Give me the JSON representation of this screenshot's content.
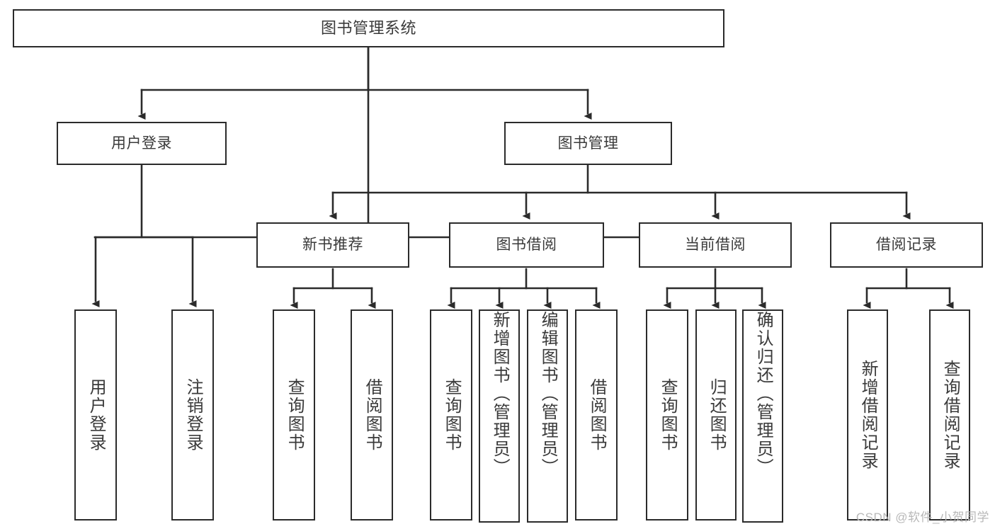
{
  "diagram": {
    "title": "图书管理系统",
    "watermark": "CSDN @软件_小贺同学",
    "colors": {
      "stroke": "#2b2b2b",
      "text": "#3a3a3a",
      "background": "#ffffff",
      "watermark": "#b8b8b8"
    },
    "root": {
      "label": "图书管理系统"
    },
    "level2": [
      {
        "label": "用户登录"
      },
      {
        "label": "图书管理"
      }
    ],
    "level3": [
      {
        "label": "新书推荐"
      },
      {
        "label": "图书借阅"
      },
      {
        "label": "当前借阅"
      },
      {
        "label": "借阅记录"
      }
    ],
    "leaves": {
      "user_login": [
        {
          "label": "用户登录"
        },
        {
          "label": "注销登录"
        }
      ],
      "new_book_recommend": [
        {
          "label": "查询图书"
        },
        {
          "label": "借阅图书"
        }
      ],
      "book_borrow": [
        {
          "label": "查询图书"
        },
        {
          "label": "新增图书（管理员）"
        },
        {
          "label": "编辑图书（管理员）"
        },
        {
          "label": "借阅图书"
        }
      ],
      "current_borrow": [
        {
          "label": "查询图书"
        },
        {
          "label": "归还图书"
        },
        {
          "label": "确认归还（管理员）"
        }
      ],
      "borrow_record": [
        {
          "label": "新增借阅记录"
        },
        {
          "label": "查询借阅记录"
        }
      ]
    }
  }
}
